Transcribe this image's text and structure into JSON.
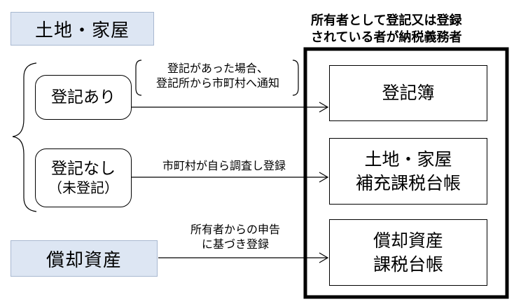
{
  "header": {
    "line1": "所有者として登記又は登録",
    "line2": "されている者が納税義務者"
  },
  "categories": {
    "land_house": "土地・家屋",
    "depreciable": "償却資産"
  },
  "nodes": {
    "registered": "登記あり",
    "unregistered_main": "登記なし",
    "unregistered_sub": "（未登記）"
  },
  "edges": {
    "registered_line1": "登記があった場合、",
    "registered_line2": "登記所から市町村へ通知",
    "unregistered": "市町村が自ら調査し登録",
    "depreciable_line1": "所有者からの申告",
    "depreciable_line2": "に基づき登録"
  },
  "ledgers": {
    "registry": "登記簿",
    "supplementary_line1": "土地・家屋",
    "supplementary_line2": "補充課税台帳",
    "depreciable_line1": "償却資産",
    "depreciable_line2": "課税台帳"
  }
}
